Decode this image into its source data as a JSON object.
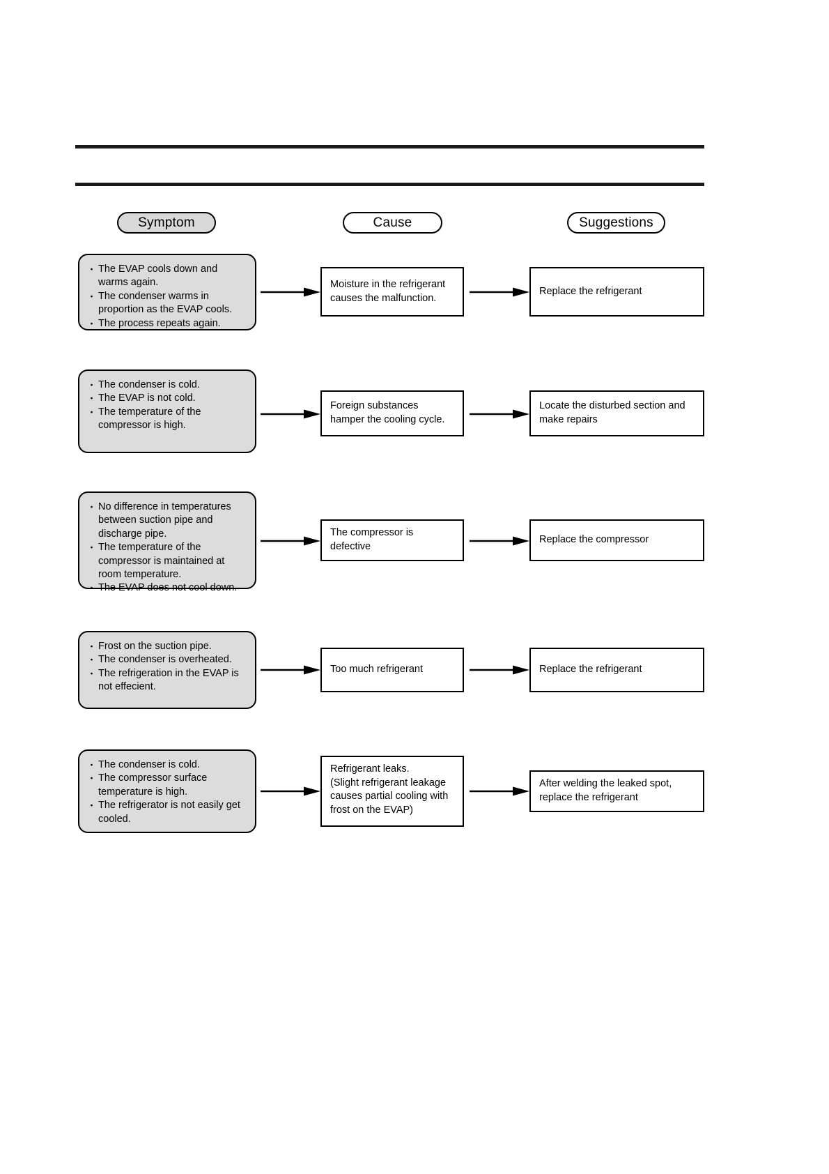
{
  "page": {
    "headers": {
      "symptom": "Symptom",
      "cause": "Cause",
      "suggestions": "Suggestions"
    },
    "bullet_glyph": "・",
    "colors": {
      "symptom_fill": "#dcdcdc",
      "pill_shaded_fill": "#d9d9d9",
      "box_fill": "#ffffff",
      "line": "#000000",
      "rule": "#1a1a1a"
    },
    "rows": [
      {
        "symptom": [
          "The EVAP cools down and warms again.",
          "The condenser warms in proportion as the EVAP cools.",
          "The process repeats again."
        ],
        "cause": "Moisture in the refrigerant causes the malfunction.",
        "suggestion": "Replace the refrigerant"
      },
      {
        "symptom": [
          "The condenser is cold.",
          "The EVAP is not cold.",
          "The temperature of the compressor is high."
        ],
        "cause": "Foreign substances hamper the cooling cycle.",
        "suggestion": "Locate the disturbed section and make repairs"
      },
      {
        "symptom": [
          "No difference in temperatures between suction pipe and discharge pipe.",
          "The temperature of the compressor is maintained at room temperature.",
          "The EVAP does not cool down."
        ],
        "cause": "The compressor is defective",
        "suggestion": "Replace the compressor"
      },
      {
        "symptom": [
          "Frost on the suction pipe.",
          "The condenser is overheated.",
          "The refrigeration in the EVAP is not effecient."
        ],
        "cause": "Too much refrigerant",
        "suggestion": "Replace the refrigerant"
      },
      {
        "symptom": [
          "The condenser is cold.",
          "The compressor surface temperature is high.",
          "The refrigerator is not easily get cooled."
        ],
        "cause": "Refrigerant leaks.\n(Slight refrigerant leakage causes partial cooling with frost on the EVAP)",
        "suggestion": "After welding the leaked spot, replace the refrigerant"
      }
    ]
  }
}
